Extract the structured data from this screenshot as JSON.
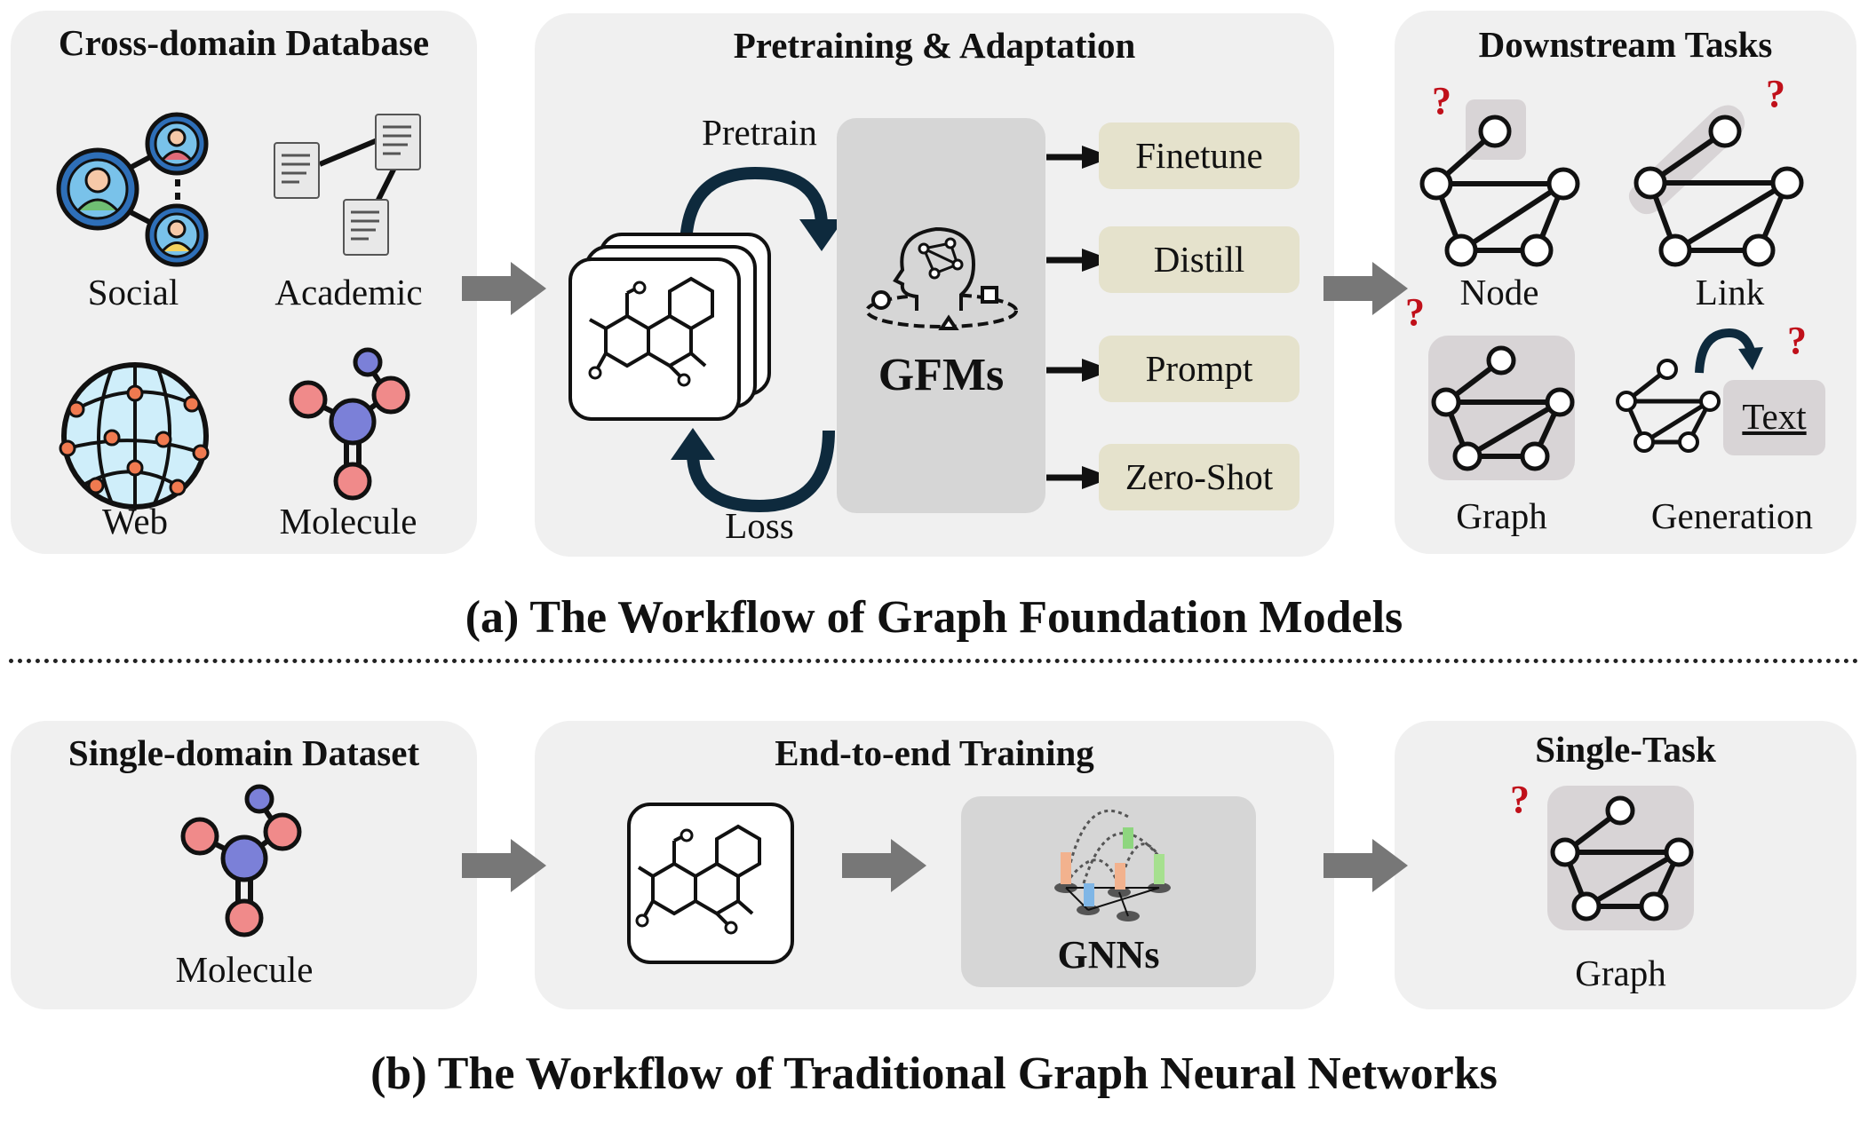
{
  "top": {
    "database_title": "Cross-domain Database",
    "database_items": [
      "Social",
      "Academic",
      "Web",
      "Molecule"
    ],
    "pretrain_title": "Pretraining & Adaptation",
    "pretrain_label": "Pretrain",
    "loss_label": "Loss",
    "model_label": "GFMs",
    "adaptations": [
      "Finetune",
      "Distill",
      "Prompt",
      "Zero-Shot"
    ],
    "tasks_title": "Downstream Tasks",
    "tasks": [
      "Node",
      "Link",
      "Graph",
      "Generation"
    ],
    "question_mark": "?",
    "text_label": "Text",
    "caption": "(a)  The Workflow of Graph Foundation Models"
  },
  "bottom": {
    "dataset_title": "Single-domain Dataset",
    "dataset_item": "Molecule",
    "training_title": "End-to-end Training",
    "model_label": "GNNs",
    "task_title": "Single-Task",
    "task_item": "Graph",
    "question_mark": "?",
    "caption": "(b) The Workflow of Traditional Graph Neural Networks"
  },
  "colors": {
    "panel": "#f0f0f0",
    "pill": "#e5e2cc",
    "arrow": "#777777",
    "question": "#c0101a",
    "curve": "#0e2a3d"
  }
}
